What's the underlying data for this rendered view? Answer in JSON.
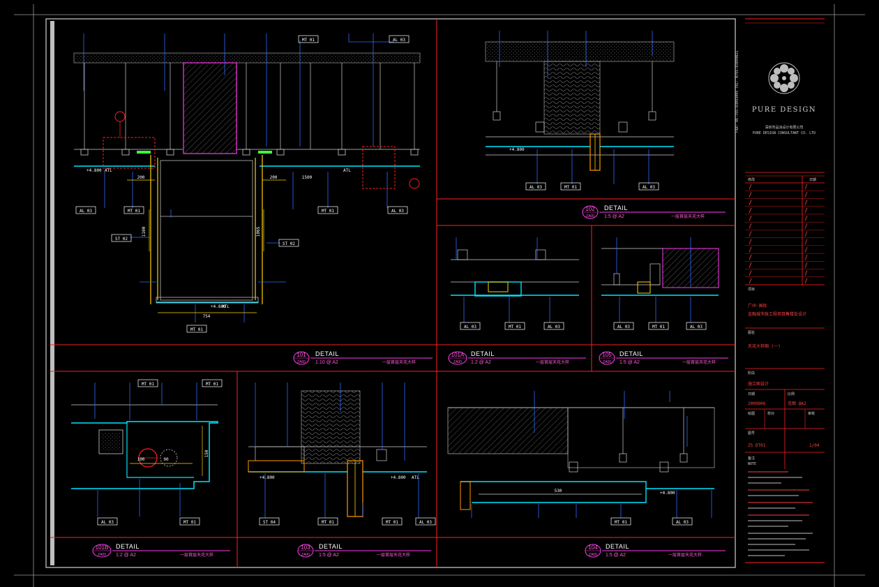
{
  "colors": {
    "frame": "#ff2020",
    "blue": "#2f6bff",
    "cyan": "#00e5ff",
    "magenta": "#ff3cf0",
    "yellow": "#ffd400",
    "orange": "#ff9a00",
    "white": "#ffffff",
    "gray": "#9a9a9a",
    "green": "#40ff40"
  },
  "details": [
    {
      "id": "d101",
      "num": "101",
      "sub": "ZA00",
      "label": "DETAIL",
      "scale": "1:10 @ A2",
      "title": "一层首层天花大样"
    },
    {
      "id": "d102",
      "num": "102",
      "sub": "ZA00",
      "label": "DETAIL",
      "scale": "1:5 @ A2",
      "title": "一层首层天花大样"
    },
    {
      "id": "d101a",
      "num": "101A",
      "sub": "ZA00",
      "label": "DETAIL",
      "scale": "1:2 @ A2",
      "title": "一层首层天花大样"
    },
    {
      "id": "d105",
      "num": "105",
      "sub": "ZA00",
      "label": "DETAIL",
      "scale": "1:5 @ A2",
      "title": "一层首层天花大样"
    },
    {
      "id": "d101b",
      "num": "101B",
      "sub": "ZA00",
      "label": "DETAIL",
      "scale": "1:2 @ A2",
      "title": "一层首层天花大样"
    },
    {
      "id": "d103",
      "num": "103",
      "sub": "ZA00",
      "label": "DETAIL",
      "scale": "1:5 @ A2",
      "title": "一层首层天花大样"
    },
    {
      "id": "d104",
      "num": "104",
      "sub": "ZA00",
      "label": "DETAIL",
      "scale": "1:5 @ A2",
      "title": "一层首层天花大样"
    }
  ],
  "tags": {
    "mt01": "MT 01",
    "al03": "AL 03",
    "st02": "ST 02",
    "st04": "ST 04",
    "mt01b": "MT 01",
    "atl": "ATL",
    "level": "+4.800"
  },
  "dims": {
    "d200": "200",
    "d754": "754",
    "d1100": "1100",
    "d1065": "1065",
    "d1500": "1500",
    "d100": "100",
    "d90": "90",
    "d530": "530",
    "d150": "150"
  },
  "titleblock": {
    "brand": "PURE DESIGN",
    "company_cn": "深圳市品派设计有限公司",
    "company_en": "PURE DESIGN CONSULTANT CO. LTD",
    "side_text": "FAX: 86-755-83893445   TEL: 0755-83894021",
    "revision_header_left": "修改",
    "revision_header_right": "日期",
    "project_label": "项目",
    "project_name_1": "广州·国际",
    "project_name_2": "金融城市政工程项目售楼处设计",
    "drawing_label": "图名",
    "drawing_name": "天花大样图 (一)",
    "stage_label": "阶段",
    "stage_value": "施工图设计",
    "date_label": "日期",
    "date_value": "2009606",
    "scale_label": "比例",
    "scale_value": "见图 @A2",
    "drawn_label": "绘图",
    "check_label": "校对",
    "approve_label": "审核",
    "number_label": "图号",
    "number_value": "ZS DT01",
    "sheet_value": "1/04",
    "notes_label": "备注",
    "notes_sub": "NOTE"
  },
  "rev_rows": 13
}
